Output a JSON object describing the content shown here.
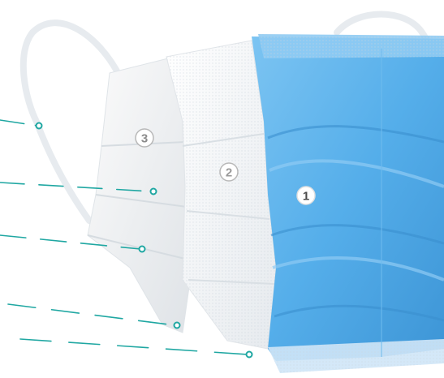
{
  "layers": [
    {
      "number": "1",
      "fill": "#4fa9e8",
      "text_color": "#4b4b4b"
    },
    {
      "number": "2",
      "fill": "#ffffff",
      "text_color": "#9a9a9a"
    },
    {
      "number": "3",
      "fill": "#ffffff",
      "text_color": "#8a8a8a"
    }
  ],
  "colors": {
    "accent": "#1fa7a2",
    "mask_blue": "#5db3ec",
    "mask_blue_dark": "#3f98d8",
    "layer_white": "#f5f6f7",
    "ear_loop": "#e7ebef"
  },
  "icons": [
    "mask-illustration",
    "leader-line",
    "leader-dot"
  ]
}
